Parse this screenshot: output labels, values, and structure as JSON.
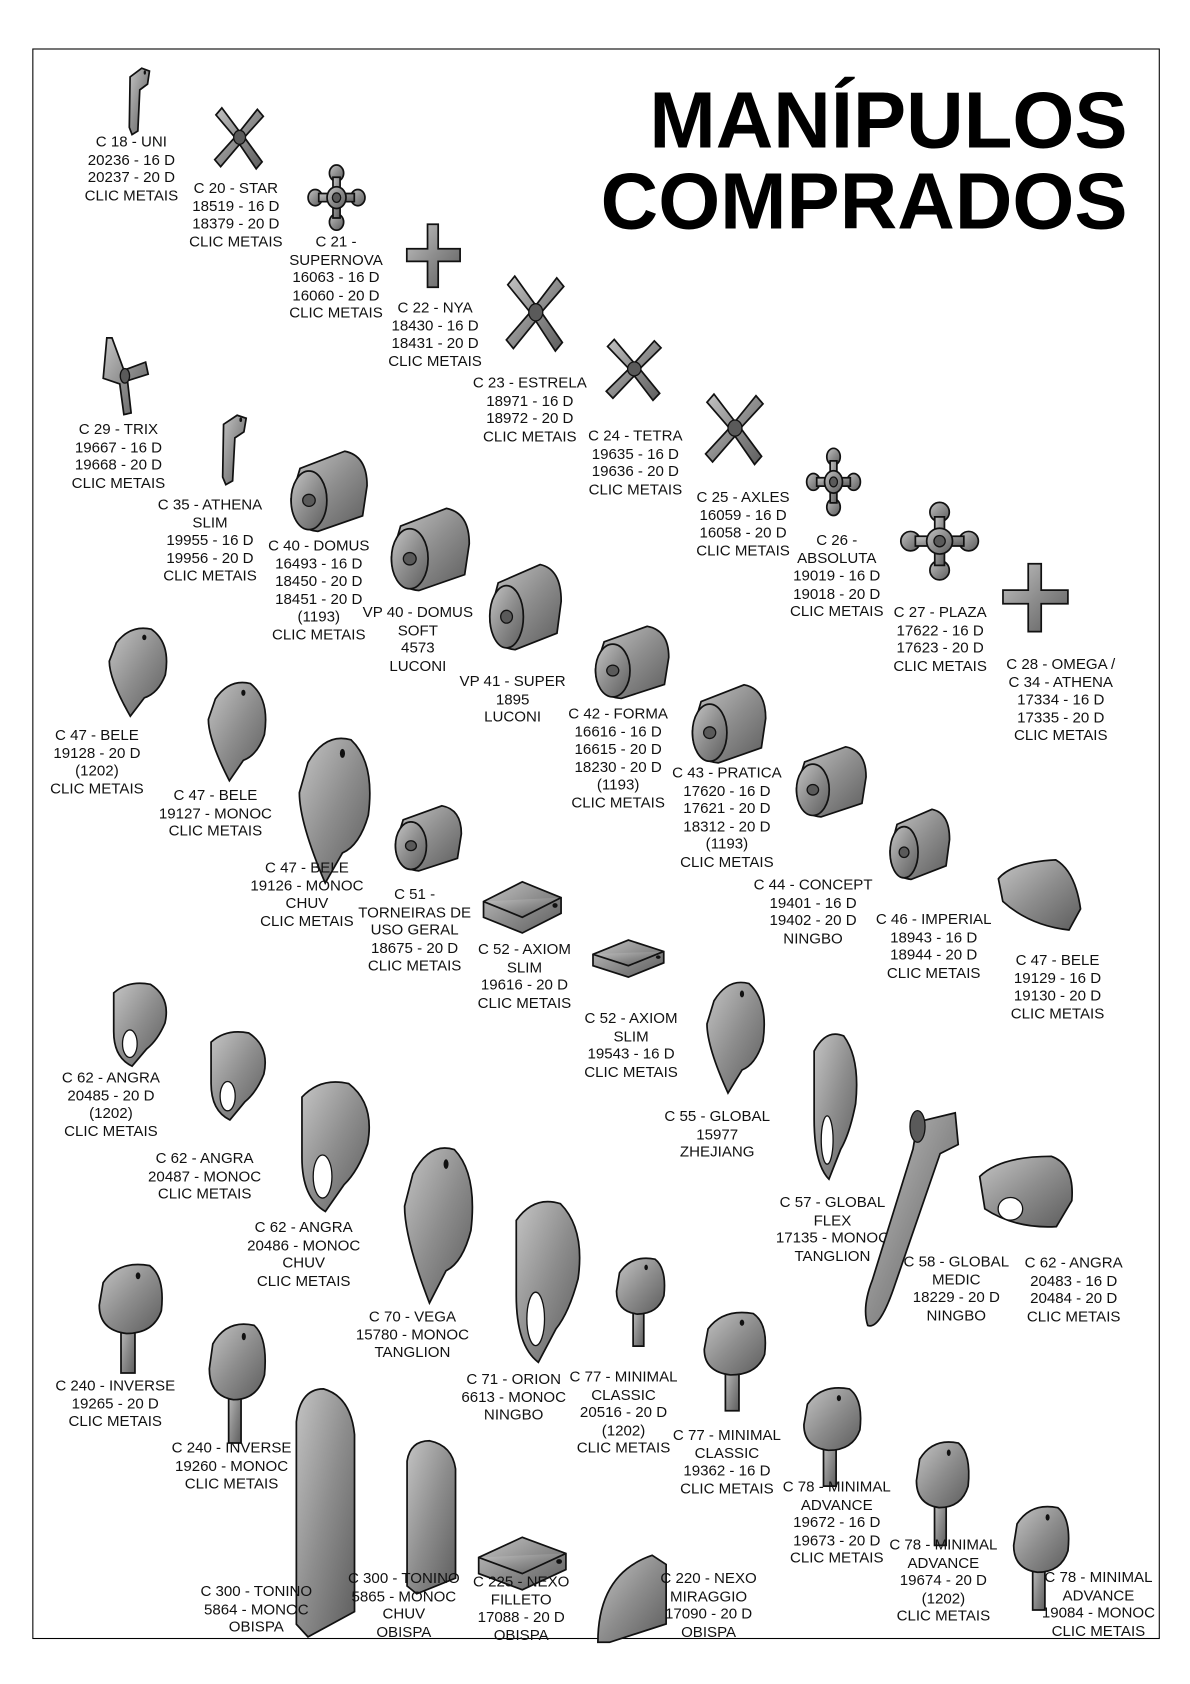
{
  "title": {
    "line1": "MANÍPULOS",
    "line2": "COMPRADOS"
  },
  "items": [
    {
      "lines": [
        "C 18 - UNI",
        "20236 - 16 D",
        "20237 - 20 D",
        "CLIC METAIS"
      ],
      "icon": "lshape"
    },
    {
      "lines": [
        "C 20 - STAR",
        "18519 - 16 D",
        "18379 - 20 D",
        "CLIC METAIS"
      ],
      "icon": "xcross"
    },
    {
      "lines": [
        "C 21 -",
        "SUPERNOVA",
        "16063 - 16 D",
        "16060 - 20 D",
        "CLIC METAIS"
      ],
      "icon": "ballcross"
    },
    {
      "lines": [
        "C 22 - NYA",
        "18430 - 16 D",
        "18431 - 20 D",
        "CLIC METAIS"
      ],
      "icon": "cross"
    },
    {
      "lines": [
        "C 23 - ESTRELA",
        "18971 - 16 D",
        "18972 - 20 D",
        "CLIC METAIS"
      ],
      "icon": "xcross"
    },
    {
      "lines": [
        "C 24 - TETRA",
        "19635 - 16 D",
        "19636 - 20 D",
        "CLIC METAIS"
      ],
      "icon": "xcross"
    },
    {
      "lines": [
        "C 25 - AXLES",
        "16059 - 16 D",
        "16058 - 20 D",
        "CLIC METAIS"
      ],
      "icon": "xcross"
    },
    {
      "lines": [
        "C 26 -",
        "ABSOLUTA",
        "19019 - 16 D",
        "19018 - 20 D",
        "CLIC METAIS"
      ],
      "icon": "ballcross"
    },
    {
      "lines": [
        "C 27 - PLAZA",
        "17622 - 16 D",
        "17623 - 20 D",
        "CLIC METAIS"
      ],
      "icon": "ballcross"
    },
    {
      "lines": [
        "C 28 - OMEGA /",
        "C 34 - ATHENA",
        "17334 - 16 D",
        "17335 - 20 D",
        "CLIC METAIS"
      ],
      "icon": "cross"
    },
    {
      "lines": [
        "C 29 - TRIX",
        "19667 - 16 D",
        "19668 - 20 D",
        "CLIC METAIS"
      ],
      "icon": "tri"
    },
    {
      "lines": [
        "C 35 - ATHENA",
        "SLIM",
        "19955 - 16 D",
        "19956 - 20 D",
        "CLIC METAIS"
      ],
      "icon": "lshape"
    },
    {
      "lines": [
        "C 40 - DOMUS",
        "16493 - 16 D",
        "18450 - 20 D",
        "18451 - 20 D",
        "(1193)",
        "CLIC METAIS"
      ],
      "icon": "cyl"
    },
    {
      "lines": [
        "VP 40 - DOMUS",
        "SOFT",
        "4573",
        "LUCONI"
      ],
      "icon": "cyl"
    },
    {
      "lines": [
        "VP 41 - SUPER",
        "1895",
        "LUCONI"
      ],
      "icon": "cyl"
    },
    {
      "lines": [
        "C 42 - FORMA",
        "16616 - 16 D",
        "16615 - 20 D",
        "18230 - 20 D",
        "(1193)",
        "CLIC METAIS"
      ],
      "icon": "cyl"
    },
    {
      "lines": [
        "C 43 - PRATICA",
        "17620 - 16 D",
        "17621 - 20 D",
        "18312 - 20 D",
        "(1193)",
        "CLIC METAIS"
      ],
      "icon": "cyl"
    },
    {
      "lines": [
        "C 44 - CONCEPT",
        "19401 - 16 D",
        "19402 - 20 D",
        "NINGBO"
      ],
      "icon": "cyl"
    },
    {
      "lines": [
        "C 46 - IMPERIAL",
        "18943 - 16 D",
        "18944 - 20 D",
        "CLIC METAIS"
      ],
      "icon": "cyl"
    },
    {
      "lines": [
        "C 47 - BELE",
        "19129 - 16 D",
        "19130 - 20 D",
        "CLIC METAIS"
      ],
      "icon": "wedge"
    },
    {
      "lines": [
        "C 47 - BELE",
        "19128 - 20 D",
        "(1202)",
        "CLIC METAIS"
      ],
      "icon": "lever"
    },
    {
      "lines": [
        "C 47 - BELE",
        "19127 - MONOC",
        "CLIC METAIS"
      ],
      "icon": "lever"
    },
    {
      "lines": [
        "C 47 - BELE",
        "19126 - MONOC",
        "CHUV",
        "CLIC METAIS"
      ],
      "icon": "lever"
    },
    {
      "lines": [
        "C 51 -",
        "TORNEIRAS DE",
        "USO GERAL",
        "18675 - 20 D",
        "CLIC METAIS"
      ],
      "icon": "cyl"
    },
    {
      "lines": [
        "C 52 - AXIOM",
        "SLIM",
        "19616 - 20 D",
        "CLIC METAIS"
      ],
      "icon": "block"
    },
    {
      "lines": [
        "C 52 - AXIOM",
        "SLIM",
        "19543 - 16 D",
        "CLIC METAIS"
      ],
      "icon": "block"
    },
    {
      "lines": [
        "C 55 - GLOBAL",
        "15977",
        "ZHEJIANG"
      ],
      "icon": "lever"
    },
    {
      "lines": [
        "C 57 - GLOBAL",
        "FLEX",
        "17135 - MONOC",
        "TANGLION"
      ],
      "icon": "ringlever"
    },
    {
      "lines": [
        "C 58 - GLOBAL",
        "MEDIC",
        "18229 - 20 D",
        "NINGBO"
      ],
      "icon": "longlever"
    },
    {
      "lines": [
        "C 62 - ANGRA",
        "20483 - 16 D",
        "20484 - 20 D",
        "CLIC METAIS"
      ],
      "icon": "ringwedge"
    },
    {
      "lines": [
        "C 62 - ANGRA",
        "20485 - 20 D",
        "(1202)",
        "CLIC METAIS"
      ],
      "icon": "ringlever"
    },
    {
      "lines": [
        "C 62 - ANGRA",
        "20487 - MONOC",
        "CLIC METAIS"
      ],
      "icon": "ringlever"
    },
    {
      "lines": [
        "C 62 - ANGRA",
        "20486 - MONOC",
        "CHUV",
        "CLIC METAIS"
      ],
      "icon": "ringlever"
    },
    {
      "lines": [
        "C 70 - VEGA",
        "15780 - MONOC",
        "TANGLION"
      ],
      "icon": "lever"
    },
    {
      "lines": [
        "C 71 - ORION",
        "6613 - MONOC",
        "NINGBO"
      ],
      "icon": "ringlever"
    },
    {
      "lines": [
        "C 77 - MINIMAL",
        "CLASSIC",
        "20516 - 20 D",
        "(1202)",
        "CLIC METAIS"
      ],
      "icon": "knobstem"
    },
    {
      "lines": [
        "C 77 - MINIMAL",
        "CLASSIC",
        "19362 - 16 D",
        "CLIC METAIS"
      ],
      "icon": "knobstem"
    },
    {
      "lines": [
        "C 78 - MINIMAL",
        "ADVANCE",
        "19672 - 16 D",
        "19673 - 20 D",
        "CLIC METAIS"
      ],
      "icon": "knobstem"
    },
    {
      "lines": [
        "C 78 - MINIMAL",
        "ADVANCE",
        "19674 - 20 D",
        "(1202)",
        "CLIC METAIS"
      ],
      "icon": "knobstem"
    },
    {
      "lines": [
        "C 78 - MINIMAL",
        "ADVANCE",
        "19084 - MONOC",
        "CLIC METAIS"
      ],
      "icon": "knobstem"
    },
    {
      "lines": [
        "C 240 - INVERSE",
        "19265 - 20 D",
        "CLIC METAIS"
      ],
      "icon": "knobstem"
    },
    {
      "lines": [
        "C 240 - INVERSE",
        "19260 - MONOC",
        "CLIC METAIS"
      ],
      "icon": "knobstem"
    },
    {
      "lines": [
        "C 300 - TONINO",
        "5864 - MONOC",
        "OBISPA"
      ],
      "icon": "paddle"
    },
    {
      "lines": [
        "C 300 - TONINO",
        "5865 - MONOC",
        "CHUV",
        "OBISPA"
      ],
      "icon": "paddle"
    },
    {
      "lines": [
        "C 225 - NEXO",
        "FILLETO",
        "17088 - 20 D",
        "OBISPA"
      ],
      "icon": "block"
    },
    {
      "lines": [
        "C 220 - NEXO",
        "MIRAGGIO",
        "17090 - 20 D",
        "OBISPA"
      ],
      "icon": "quarter"
    }
  ]
}
